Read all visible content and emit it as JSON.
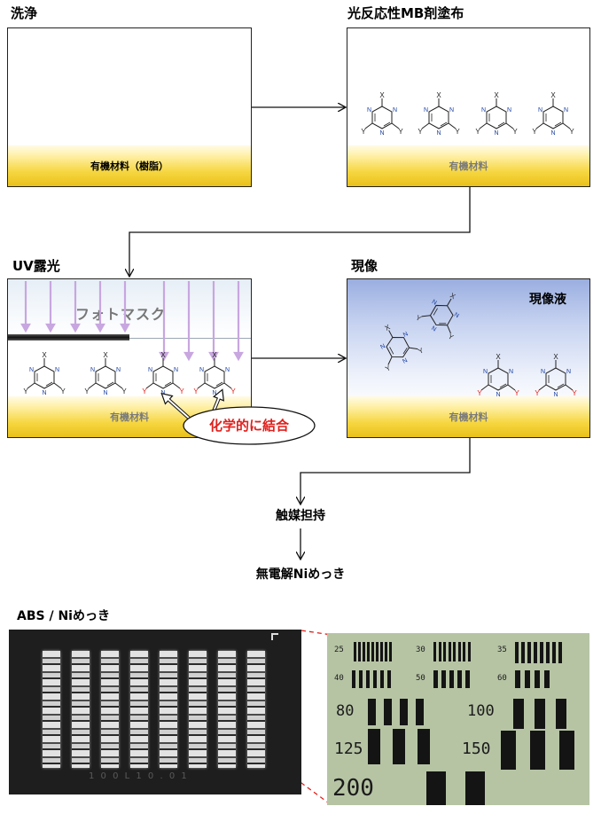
{
  "steps": {
    "wash": "洗浄",
    "coat": "光反応性MB剤塗布",
    "uv": "UV露光",
    "develop": "現像",
    "catalyst": "触媒担持",
    "plating": "無電解Niめっき"
  },
  "labels": {
    "base_resin": "有機材料（樹脂）",
    "base": "有機材料",
    "photomask": "フォトマスク",
    "developer": "現像液",
    "bond": "化学的に結合"
  },
  "atoms": {
    "x": "X",
    "y": "Y",
    "n": "N"
  },
  "photo": {
    "title": "ABS / Niめっき",
    "marks": [
      "25",
      "30",
      "35",
      "40",
      "50",
      "60",
      "80",
      "100",
      "125",
      "150",
      "200"
    ],
    "plate_code": "1 0 0 L 1   0 . 0 1"
  },
  "colors": {
    "base_yellow": "#f6d640",
    "uv_arrow": "#c8a6e0",
    "red_bond": "#e0201c",
    "developer_blue": "#2a4fa0"
  }
}
